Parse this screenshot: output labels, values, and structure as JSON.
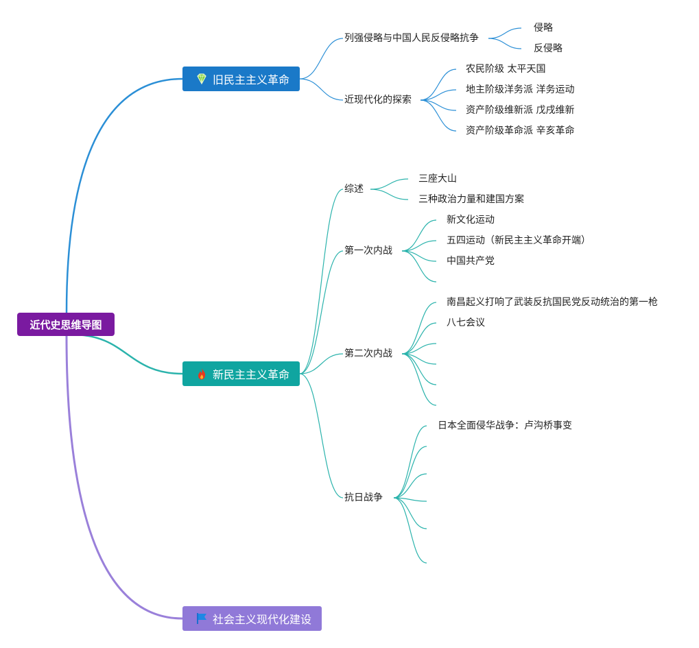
{
  "colors": {
    "root": "#7a1aa0",
    "branch1": "#1a79c8",
    "branch2": "#10a5a0",
    "branch3": "#9079d8",
    "line_blue": "#2b8fd6",
    "line_teal": "#2bb3ac",
    "line_purple": "#9a80da"
  },
  "root": {
    "label": "近代史思维导图"
  },
  "branches": [
    {
      "label": "旧民主主义革命",
      "icon": "diamond-icon",
      "children": [
        {
          "label": "列强侵略与中国人民反侵略抗争",
          "children": [
            "侵略",
            "反侵略"
          ]
        },
        {
          "label": "近现代化的探索",
          "children": [
            "农民阶级 太平天国",
            "地主阶级洋务派 洋务运动",
            "资产阶级维新派 戊戌维新",
            "资产阶级革命派 辛亥革命"
          ]
        }
      ]
    },
    {
      "label": "新民主主义革命",
      "icon": "fire-icon",
      "children": [
        {
          "label": "综述",
          "children": [
            "三座大山",
            "三种政治力量和建国方案"
          ]
        },
        {
          "label": "第一次内战",
          "children": [
            "新文化运动",
            "五四运动（新民主主义革命开端）",
            "中国共产党",
            ""
          ]
        },
        {
          "label": "第二次内战",
          "children": [
            "南昌起义打响了武装反抗国民党反动统治的第一枪",
            "八七会议",
            "",
            "",
            "",
            ""
          ]
        },
        {
          "label": "抗日战争",
          "children": [
            "日本全面侵华战争：卢沟桥事变",
            "",
            "",
            "",
            "",
            ""
          ]
        }
      ]
    },
    {
      "label": "社会主义现代化建设",
      "icon": "flag-icon",
      "children": []
    }
  ]
}
